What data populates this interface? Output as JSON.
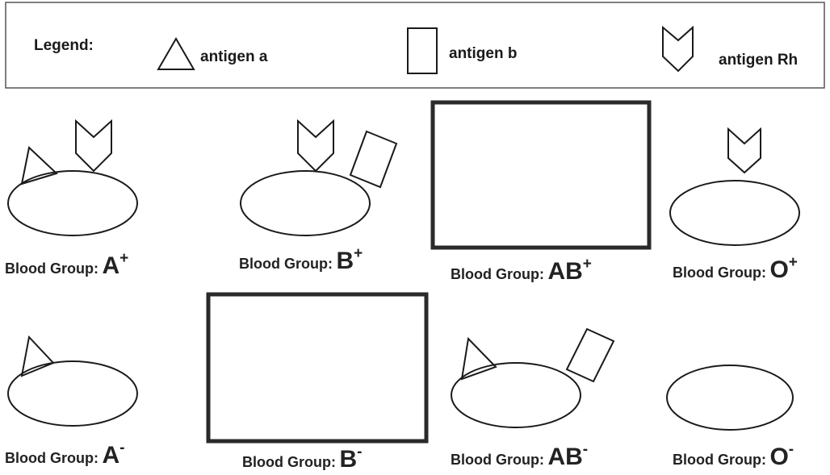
{
  "legend": {
    "title": "Legend:",
    "items": [
      {
        "label": "antigen a",
        "shape": "triangle"
      },
      {
        "label": "antigen b",
        "shape": "rectangle"
      },
      {
        "label": "antigen Rh",
        "shape": "chevron"
      }
    ]
  },
  "cells": [
    {
      "prefix": "Blood Group:",
      "group": "A",
      "sign": "+",
      "antigens": [
        "a",
        "Rh"
      ],
      "blank": false
    },
    {
      "prefix": "Blood Group:",
      "group": "B",
      "sign": "+",
      "antigens": [
        "Rh",
        "b"
      ],
      "blank": false
    },
    {
      "prefix": "Blood Group:",
      "group": "AB",
      "sign": "+",
      "antigens": [],
      "blank": true
    },
    {
      "prefix": "Blood Group:",
      "group": "O",
      "sign": "+",
      "antigens": [
        "Rh"
      ],
      "blank": false
    },
    {
      "prefix": "Blood Group:",
      "group": "A",
      "sign": "-",
      "antigens": [
        "a"
      ],
      "blank": false
    },
    {
      "prefix": "Blood Group:",
      "group": "B",
      "sign": "-",
      "antigens": [],
      "blank": true
    },
    {
      "prefix": "Blood Group:",
      "group": "AB",
      "sign": "-",
      "antigens": [
        "a",
        "b"
      ],
      "blank": false
    },
    {
      "prefix": "Blood Group:",
      "group": "O",
      "sign": "-",
      "antigens": [],
      "blank": false
    }
  ],
  "colors": {
    "ink": "#1a1a1a",
    "box": "#2a2a2a",
    "background": "#ffffff"
  }
}
